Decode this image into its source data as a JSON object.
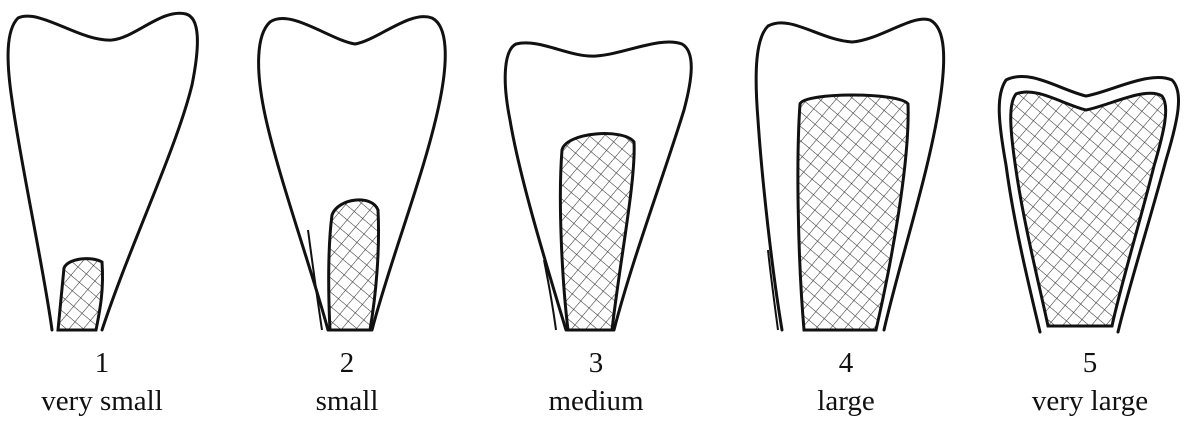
{
  "stages": [
    {
      "id": "stage-1",
      "number": "1",
      "label": "very small"
    },
    {
      "id": "stage-2",
      "number": "2",
      "label": "small"
    },
    {
      "id": "stage-3",
      "number": "3",
      "label": "medium"
    },
    {
      "id": "stage-4",
      "number": "4",
      "label": "large"
    },
    {
      "id": "stage-5",
      "number": "5",
      "label": "very large"
    }
  ],
  "colors": {
    "outline": "#111111",
    "background": "#ffffff",
    "hatch": "#333333"
  }
}
